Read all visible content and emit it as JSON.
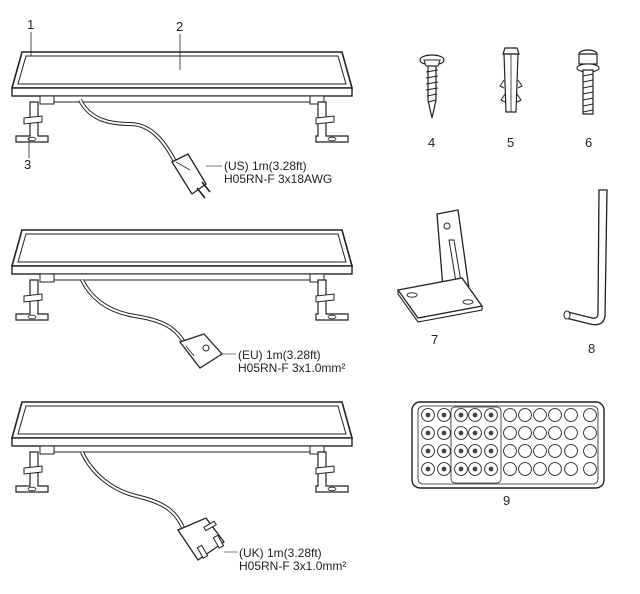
{
  "callouts": {
    "n1": "1",
    "n2": "2",
    "n3": "3",
    "n4": "4",
    "n5": "5",
    "n6": "6",
    "n7": "7",
    "n8": "8",
    "n9": "9"
  },
  "plugs": {
    "us": {
      "line1": "(US) 1m(3.28ft)",
      "line2": "H05RN-F 3x18AWG"
    },
    "eu": {
      "line1": "(EU) 1m(3.28ft)",
      "line2": "H05RN-F 3x1.0mm²"
    },
    "uk": {
      "line1": "(UK) 1m(3.28ft)",
      "line2": "H05RN-F 3x1.0mm²"
    }
  },
  "colors": {
    "ink": "#222222",
    "fill": "#ffffff",
    "shade": "#dddddd"
  },
  "icons": [
    "wood-screw-icon",
    "wall-anchor-icon",
    "machine-screw-icon",
    "mounting-bracket-icon",
    "hex-key-icon",
    "remote-control-icon"
  ]
}
